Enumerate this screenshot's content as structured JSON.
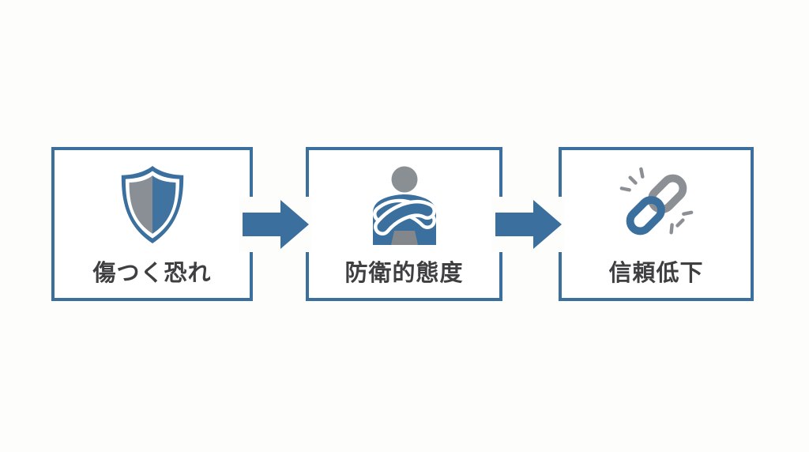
{
  "diagram": {
    "type": "flow",
    "direction": "left-to-right",
    "colors": {
      "accent": "#3A6F9E",
      "icon-gray": "#8C9094",
      "head-gray": "#8A8F94",
      "shield-left": "#8A8F96",
      "shield-right": "#4173A0",
      "lower-gray": "#83878B",
      "text": "#3F3F41",
      "bg": "#FDFDFC"
    },
    "steps": [
      {
        "label": "傷つく恐れ",
        "icon": "shield-icon"
      },
      {
        "label": "防衛的態度",
        "icon": "person-crossed-arms-icon"
      },
      {
        "label": "信頼低下",
        "icon": "broken-chain-icon"
      }
    ],
    "connectors": [
      {
        "icon": "arrow-right-icon"
      },
      {
        "icon": "arrow-right-icon"
      }
    ]
  }
}
